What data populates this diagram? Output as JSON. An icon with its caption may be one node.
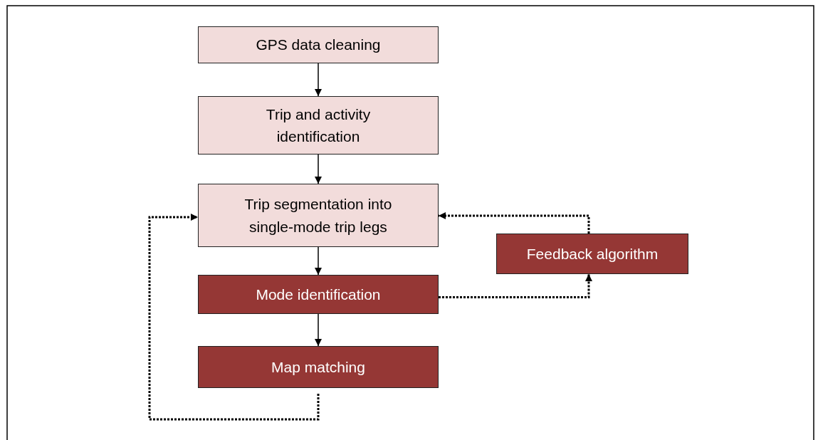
{
  "diagram": {
    "nodes": [
      {
        "text": [
          "GPS data cleaning"
        ]
      },
      {
        "text": [
          "Trip and activity identification"
        ]
      },
      {
        "text": [
          "Trip segmentation into single-mode trip legs"
        ]
      },
      {
        "text": [
          "Mode identification"
        ]
      },
      {
        "text": [
          "Map matching"
        ]
      },
      {
        "text": [
          "Feedback algorithm"
        ]
      }
    ],
    "edges": [
      {
        "from": 0,
        "to": 1,
        "arrow": "to"
      },
      {
        "from": 1,
        "to": 2,
        "arrow": "to"
      },
      {
        "from": 2,
        "to": 3,
        "arrow": "to"
      },
      {
        "from": 3,
        "to": 4,
        "arrow": "to"
      },
      {
        "from": 3,
        "to": 5,
        "arrow": "to",
        "style": "dashed"
      },
      {
        "from": 5,
        "to": 2,
        "arrow": "to",
        "style": "dashed"
      },
      {
        "from": 4,
        "to": 2,
        "arrow": "to",
        "style": "dashed"
      }
    ]
  }
}
